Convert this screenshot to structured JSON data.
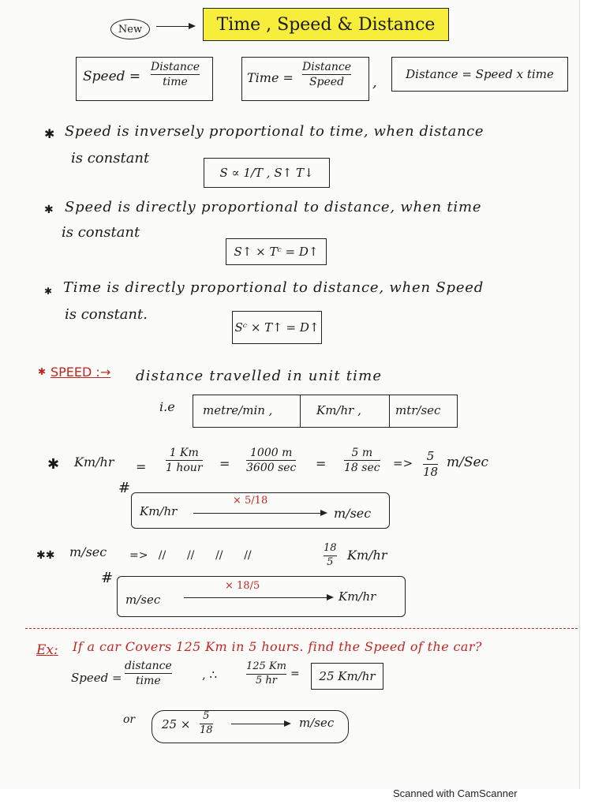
{
  "header": {
    "new_badge": "New",
    "title": "Time , Speed & Distance",
    "highlight_color": "#f6ee3a"
  },
  "formulas": {
    "speed": {
      "label": "Speed =",
      "num": "Distance",
      "den": "time"
    },
    "time": {
      "label": "Time =",
      "num": "Distance",
      "den": "Speed"
    },
    "comma": ",",
    "distance": "Distance = Speed x time"
  },
  "notes": [
    {
      "line1": "Speed is inversely proportional to time, when distance",
      "line2": "is constant",
      "box": "S ∝ 1/T , S↑ T↓"
    },
    {
      "line1": "Speed is directly proportional to distance, when time",
      "line2": "is constant",
      "box": "S↑ × Tᶜ = D↑"
    },
    {
      "line1": "Time is directly proportional to distance, when Speed",
      "line2": "is constant.",
      "box": "Sᶜ × T↑ = D↑"
    }
  ],
  "speed_def": {
    "term": "SPEED :→",
    "text": "distance travelled in unit time",
    "ie": "i.e",
    "units": [
      "metre/min ,",
      "Km/hr ,",
      "mtr/sec"
    ]
  },
  "conversion1": {
    "lhs": "Km/hr",
    "eq": "=",
    "f1_num": "1 Km",
    "f1_den": "1 hour",
    "f2_num": "1000 m",
    "f2_den": "3600 sec",
    "f3_num": "5 m",
    "f3_den": "18 sec",
    "arrow": "=>",
    "f4_num": "5",
    "f4_den": "18",
    "unit": "m/Sec",
    "box_from": "Km/hr",
    "box_factor": "× 5/18",
    "box_to": "m/sec"
  },
  "conversion2": {
    "lhs": "m/sec",
    "ditto": "=>   //      //      //      //",
    "f_num": "18",
    "f_den": "5",
    "unit": "Km/hr",
    "box_from": "m/sec",
    "box_factor": "× 18/5",
    "box_to": "Km/hr"
  },
  "example": {
    "label": "Ex:",
    "question": "If a car Covers 125 Km in 5 hours. find the Speed of the car?",
    "speed_label": "Speed =",
    "f_num": "distance",
    "f_den": "time",
    "therefore": ", ∴",
    "v_num": "125 Km",
    "v_den": "5 hr",
    "eq": "=",
    "answer": "25 Km/hr",
    "or": "or",
    "conv_num": "5",
    "conv_den": "18",
    "conv_prefix": "25 ×",
    "conv_to": "m/sec"
  },
  "footer": "Scanned with CamScanner"
}
